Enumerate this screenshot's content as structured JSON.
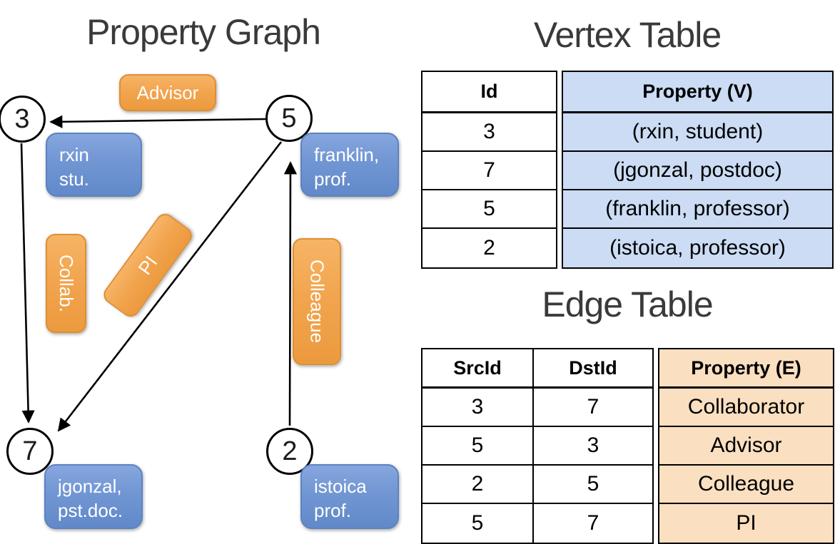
{
  "graph": {
    "title": "Property Graph",
    "nodes": [
      "3",
      "5",
      "7",
      "2"
    ],
    "vertex_labels": [
      {
        "node": "3",
        "lines": [
          "rxin",
          "stu."
        ]
      },
      {
        "node": "5",
        "lines": [
          "franklin,",
          "prof."
        ]
      },
      {
        "node": "7",
        "lines": [
          "jgonzal,",
          "pst.doc."
        ]
      },
      {
        "node": "2",
        "lines": [
          "istoica",
          "prof."
        ]
      }
    ],
    "edge_labels": [
      "Advisor",
      "Collab.",
      "PI",
      "Colleague"
    ],
    "edges": [
      {
        "from": "5",
        "to": "3",
        "label": "Advisor"
      },
      {
        "from": "3",
        "to": "7",
        "label": "Collab."
      },
      {
        "from": "5",
        "to": "7",
        "label": "PI"
      },
      {
        "from": "2",
        "to": "5",
        "label": "Colleague"
      }
    ]
  },
  "vertex_table": {
    "title": "Vertex Table",
    "columns": [
      "Id",
      "Property (V)"
    ],
    "rows": [
      [
        "3",
        "(rxin, student)"
      ],
      [
        "7",
        "(jgonzal, postdoc)"
      ],
      [
        "5",
        "(franklin, professor)"
      ],
      [
        "2",
        "(istoica, professor)"
      ]
    ]
  },
  "edge_table": {
    "title": "Edge Table",
    "columns": [
      "SrcId",
      "DstId",
      "Property (E)"
    ],
    "rows": [
      [
        "3",
        "7",
        "Collaborator"
      ],
      [
        "5",
        "3",
        "Advisor"
      ],
      [
        "2",
        "5",
        "Colleague"
      ],
      [
        "5",
        "7",
        "PI"
      ]
    ]
  },
  "colors": {
    "edge_orange": "#F2A54F",
    "edge_orange_dark": "#DE8F33",
    "vertex_blue": "#7196D3",
    "vertex_blue_dark": "#5D82C1",
    "vertex_table_fill": "#CBDCF4",
    "edge_table_fill": "#FADFC0"
  }
}
